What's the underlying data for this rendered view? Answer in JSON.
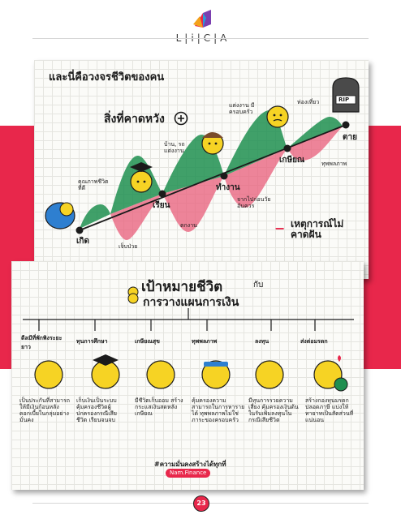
{
  "logo": {
    "text": "L|i|C|A"
  },
  "chart1": {
    "title": "และนี่คือวงจรชีวิตของคน",
    "expect": "สิ่งที่คาดหวัง",
    "unexpected": "เหตุการณ์ไม่คาดฝัน",
    "labels": {
      "birth": "เกิด",
      "study": "เรียน",
      "work": "ทำงาน",
      "retire": "เกษียณ",
      "death": "ตาย",
      "good_health": "คุณภาพชีวิตที่ดี",
      "house_car": "บ้าน, รถ แต่งงาน",
      "marry_family": "แต่งงาน มีครอบครัว",
      "travel": "ท่องเที่ยว",
      "sick": "เจ็บป่วย",
      "unemployed": "ตกงาน",
      "left_early": "จากไปก่อนวัยอันควร",
      "disabled": "ทุพพลภาพ"
    },
    "rip": "RIP"
  },
  "chart2": {
    "title_main": "เป้าหมายชีวิต",
    "title_with": "กับ",
    "title_sub": "การวางแผนการเงิน",
    "columns": [
      {
        "header": "ดีลมีที่พักพิงระยะยาว",
        "desc": "เป็นประกันที่สามารถให้มีเงินก้อนหลังดอกเบี้ยในกลุ่มอย่างมั่นคง"
      },
      {
        "header": "ทุนการศึกษา",
        "desc": "เก็บเงินเป็นระบบ คุ้มครองชีวิตผู้ปกครองกรณีเสียชีวิต เรียนจนจบ"
      },
      {
        "header": "เกษียณสุข",
        "desc": "มีชีวิตเก็บออม สร้างกระแสเงินสดหลังเกษียณ"
      },
      {
        "header": "ทุพพลภาพ",
        "desc": "คุ้มครองความสามารถในการหารายได้ ทุพพลภาพไม่ใช่ภาระของครอบครัว"
      },
      {
        "header": "ลงทุน",
        "desc": "มีทุนการรวยความเสี่ยง คุ้มครองเงินต้นในรับเพิ่มลงทุนในกรณีเสียชีวิต"
      },
      {
        "header": "ส่งต่อมรดก",
        "desc": "สร้างกองทุนมรดก ปลอดภาษี แบ่งให้ทายาทเป็นสัดส่วนที่แน่นอน"
      }
    ],
    "hashtag": "#ความมั่นคงสร้างได้ทุกที่",
    "brand": "Nam.Finance"
  },
  "footer": {
    "page": "23"
  },
  "colors": {
    "red": "#e8274b",
    "green": "#1f8f50",
    "pink": "#e85c7a",
    "coin": "#f6d324"
  }
}
